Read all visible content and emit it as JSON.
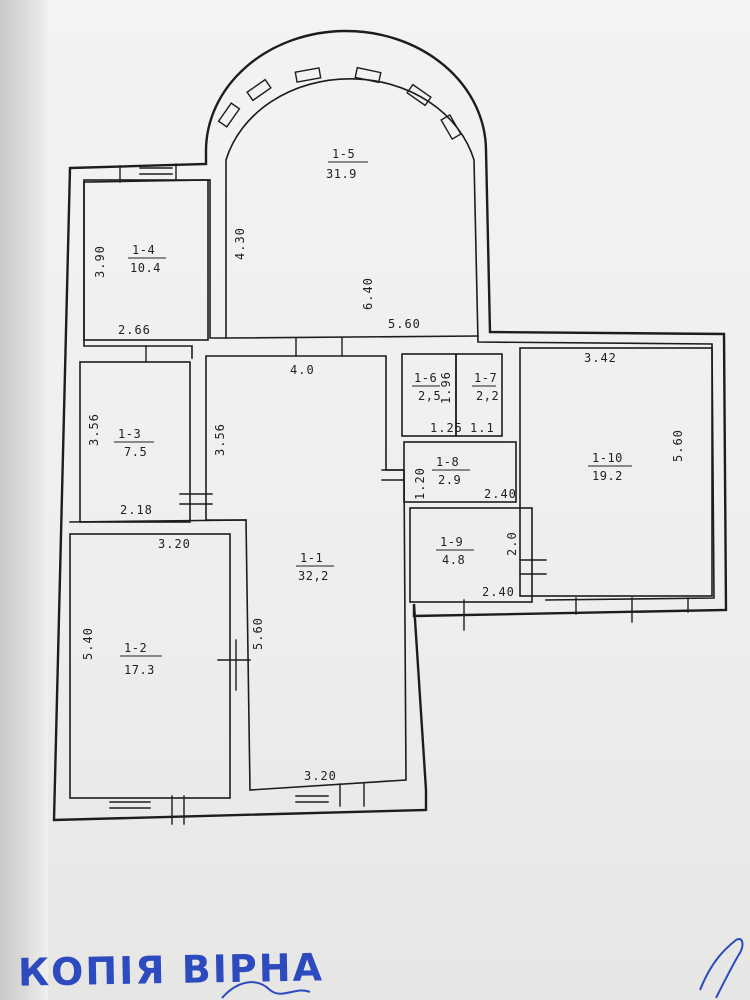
{
  "plan": {
    "rooms": [
      {
        "number": "1-1",
        "area": "32,2"
      },
      {
        "number": "1-2",
        "area": "17.3"
      },
      {
        "number": "1-3",
        "area": "7.5"
      },
      {
        "number": "1-4",
        "area": "10.4"
      },
      {
        "number": "1-5",
        "area": "31.9"
      },
      {
        "number": "1-6",
        "area": "2,5"
      },
      {
        "number": "1-7",
        "area": "2,2"
      },
      {
        "number": "1-8",
        "area": "2.9"
      },
      {
        "number": "1-9",
        "area": "4.8"
      },
      {
        "number": "1-10",
        "area": "19.2"
      }
    ],
    "dimensions": {
      "r4_height": "3.90",
      "r4_width": "2.66",
      "r5_left": "4.30",
      "r5_height": "6.40",
      "r5_width": "5.60",
      "r3_height": "3.56",
      "r3_width": "2.18",
      "r1_top": "4.0",
      "r1_left": "3.56",
      "r1_right": "5.60",
      "r1_bottom": "3.20",
      "r2_top": "3.20",
      "r2_height": "5.40",
      "r6_height": "1.96",
      "r6_width": "1.25",
      "r7_width": "1.1",
      "r8_height": "1.20",
      "r8_width": "2.40",
      "r9_height": "2.0",
      "r9_width": "2.40",
      "r10_top": "3.42",
      "r10_height": "5.60"
    }
  },
  "stamp": {
    "text": "КОПІЯ ВІРНА"
  }
}
